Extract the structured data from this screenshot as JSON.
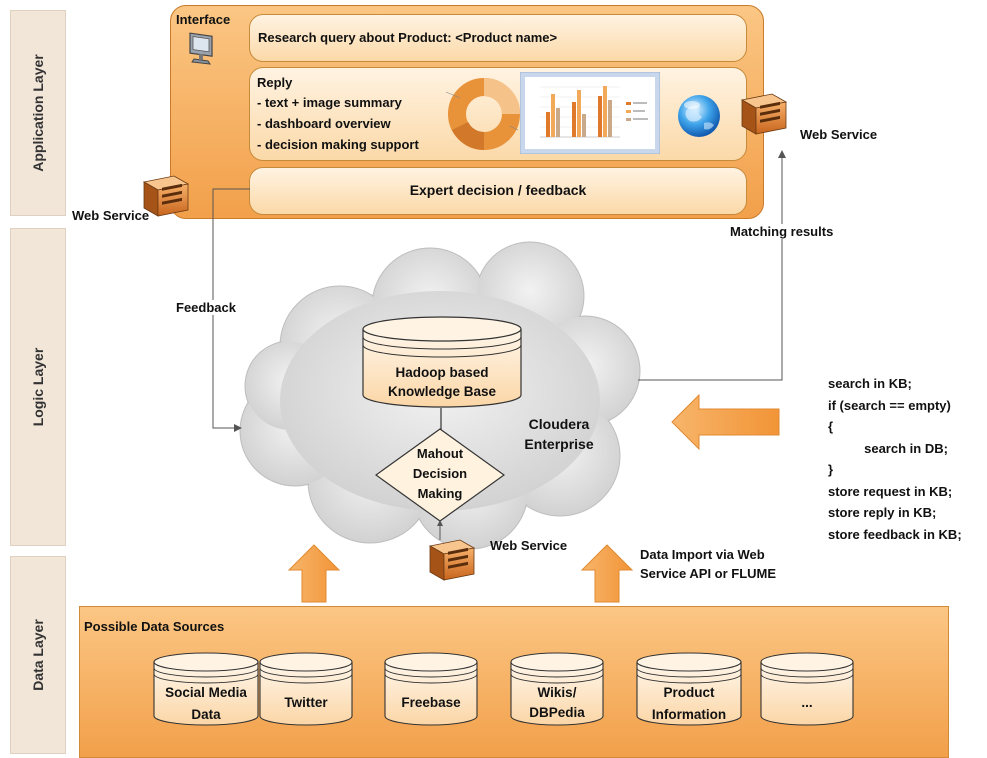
{
  "layers": {
    "application": "Application Layer",
    "logic": "Logic Layer",
    "data": "Data Layer"
  },
  "interface": {
    "title": "Interface",
    "query": "Research query about Product: <Product name>",
    "reply_title": "Reply",
    "reply_items": [
      "- text + image summary",
      "- dashboard overview",
      "- decision making support"
    ],
    "feedback_box": "Expert decision / feedback"
  },
  "labels": {
    "web_service_left": "Web Service",
    "web_service_right": "Web Service",
    "web_service_center": "Web Service",
    "matching_results": "Matching results",
    "feedback": "Feedback",
    "data_import": "Data Import via Web\nService API or FLUME"
  },
  "cloud": {
    "kb_line1": "Hadoop based",
    "kb_line2": "Knowledge Base",
    "cloudera_line1": "Cloudera",
    "cloudera_line2": "Enterprise",
    "mahout_line1": "Mahout",
    "mahout_line2": "Decision",
    "mahout_line3": "Making"
  },
  "code": [
    "search in KB;",
    "if (search == empty)",
    "{",
    "          search in DB;",
    "}",
    "store request in KB;",
    "store reply in KB;",
    "store feedback in KB;"
  ],
  "data_sources": {
    "title": "Possible Data Sources",
    "items": [
      {
        "line1": "Social Media",
        "line2": "Data"
      },
      {
        "line1": "Twitter",
        "line2": ""
      },
      {
        "line1": "Freebase",
        "line2": ""
      },
      {
        "line1": "Wikis/",
        "line2": "DBPedia"
      },
      {
        "line1": "Product",
        "line2": "Information"
      },
      {
        "line1": "...",
        "line2": ""
      }
    ]
  },
  "colors": {
    "orange_box": "#f8b565",
    "orange_dark": "#e88a2c",
    "cloud": "#dcdcdc",
    "arrow": "#f5a04a"
  },
  "icons": [
    "monitor-icon",
    "server-icon",
    "donut-chart-icon",
    "bar-chart-icon",
    "globe-icon",
    "database-icon"
  ]
}
